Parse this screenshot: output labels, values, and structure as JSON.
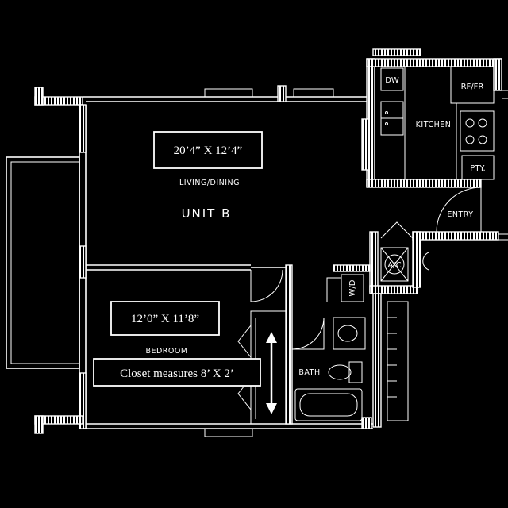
{
  "plan": {
    "unit_label": "UNIT  B",
    "rooms": {
      "living_dining": {
        "label": "LIVING/DINING",
        "dimensions": "20’4” X 12’4”"
      },
      "bedroom": {
        "label": "BEDROOM",
        "dimensions": "12’0” X 11’8”"
      },
      "kitchen": {
        "label": "KITCHEN"
      },
      "bath": {
        "label": "BATH"
      },
      "entry": {
        "label": "ENTRY"
      }
    },
    "fixtures": {
      "dishwasher": "DW",
      "refrigerator": "RF/FR",
      "pantry": "PTY.",
      "washer_dryer": "W/D",
      "ac": "A/C"
    },
    "closet_note": "Closet measures 8’ X 2’"
  },
  "colors": {
    "background": "#000000",
    "lines": "#ffffff"
  }
}
